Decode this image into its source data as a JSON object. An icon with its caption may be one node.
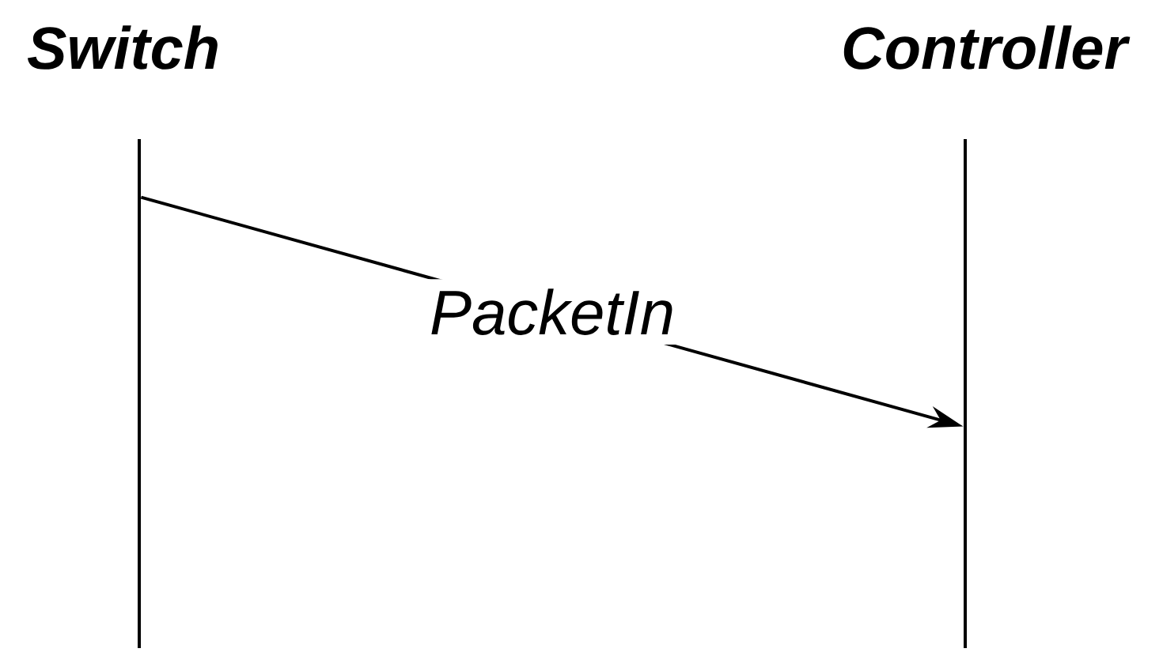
{
  "diagram": {
    "nodes": [
      {
        "text": [
          "Switch"
        ]
      },
      {
        "text": [
          "Controller"
        ]
      }
    ],
    "edges": [
      {
        "from": 0,
        "to": 1,
        "arrow": "to",
        "label": "PacketIn"
      }
    ]
  }
}
